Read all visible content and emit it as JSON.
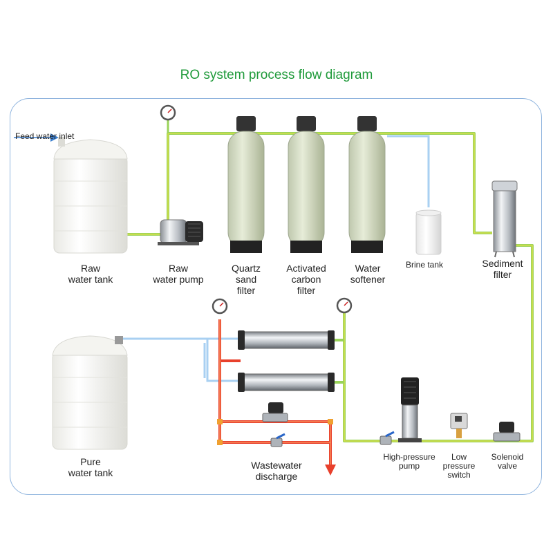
{
  "title": "RO system process flow diagram",
  "colors": {
    "title": "#1f9a3a",
    "frame": "#8fb4de",
    "raw_pipe": "#9ad35a",
    "pure_pipe": "#a9d0f2",
    "waste_pipe": "#e8402c"
  },
  "labels": {
    "feed_inlet": "Feed water inlet",
    "raw_tank": "Raw\nwater tank",
    "raw_pump": "Raw\nwater pump",
    "quartz_filter": "Quartz\nsand\nfilter",
    "carbon_filter": "Activated\ncarbon\nfilter",
    "softener": "Water\nsoftener",
    "brine_tank": "Brine tank",
    "sediment_filter": "Sediment\nfilter",
    "pure_tank": "Pure\nwater tank",
    "wastewater": "Wastewater\ndischarge",
    "hp_pump": "High-pressure\npump",
    "lp_switch": "Low\npressure\nswitch",
    "solenoid": "Solenoid\nvalve"
  }
}
